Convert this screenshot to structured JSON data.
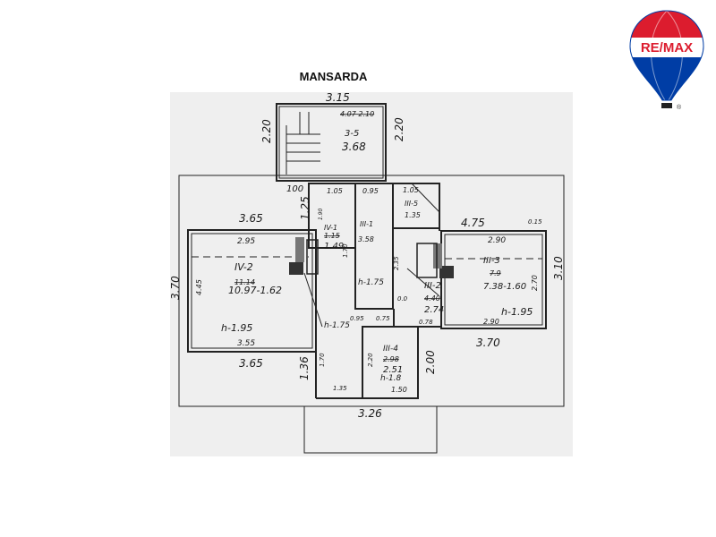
{
  "title": "MANSARDA",
  "brand": {
    "logo_text": "RE/MAX",
    "registered": "®",
    "colors": {
      "red": "#dc1c2e",
      "blue": "#003da5",
      "white": "#ffffff"
    }
  },
  "dimensions": {
    "top_width": "3.15",
    "top_height_left": "2.20",
    "top_height_right": "2.20",
    "left_wing_top": "3.65",
    "left_wing_bottom": "3.65",
    "left_height": "3.70",
    "right_wing_top": "4.75",
    "right_wing_bottom": "3.70",
    "right_height": "3.10",
    "bottom_width": "3.26",
    "left_depth": "1.25",
    "right_depth": "2.00",
    "left_low": "1.36",
    "small_100": "100"
  },
  "rooms": [
    {
      "code": "3-5",
      "area": "3.68",
      "strike": "4.07 2.10"
    },
    {
      "code": "IV-2",
      "area": "10.97-1.62",
      "strike": "11.14",
      "inner": "2.95",
      "bottom": "3.55",
      "h": "h-1.95",
      "side": "4.45"
    },
    {
      "code": "IV-1",
      "area": "1.49",
      "strike": "1.15",
      "w": "1.05"
    },
    {
      "code": "III-1",
      "area": "3.58",
      "w": "0.95"
    },
    {
      "code": "III-5",
      "area": "1.35",
      "w": "1.05"
    },
    {
      "code": "III-3",
      "area": "7.38-1.60",
      "strike": "7.9",
      "inner": "2.90",
      "bottom": "2.90",
      "h": "h-1.95",
      "side": "2.70"
    },
    {
      "code": "III-2",
      "area": "2.74",
      "strike": "4.40",
      "h": "h-1.75"
    },
    {
      "code": "III-4",
      "area": "2.51",
      "strike": "2.98",
      "h": "h-1.8",
      "w": "1.50"
    }
  ],
  "misc": {
    "h_hall": "h-1.75",
    "d1": "0.95",
    "d2": "0.75",
    "d3": "0.78",
    "d4": "1.70",
    "d5": "2.35",
    "d6": "1.70",
    "d7": "2.20",
    "d8": "1.35",
    "d9": "0.0",
    "d10": "1.90",
    "d11": "0.15"
  }
}
